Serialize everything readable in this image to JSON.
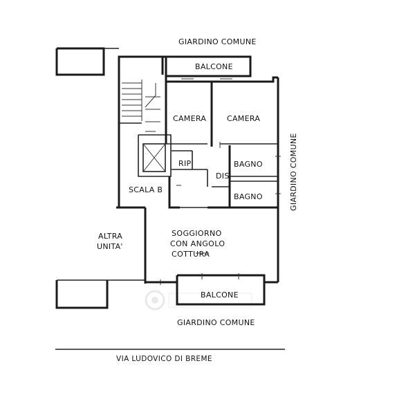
{
  "labels": {
    "garden_top": "GIARDINO COMUNE",
    "garden_right": "GIARDINO COMUNE",
    "garden_bottom": "GIARDINO COMUNE",
    "balcony_top": "BALCONE",
    "balcony_bottom": "BALCONE",
    "bedroom_left": "CAMERA",
    "bedroom_right": "CAMERA",
    "storage": "RIP",
    "bathroom_top": "BAGNO",
    "bathroom_bottom": "BAGNO",
    "hall": "DIS",
    "stair": "SCALA B",
    "other_unit_line1": "ALTRA",
    "other_unit_line2": "UNITA'",
    "living_line1": "SOGGIORNO",
    "living_line2": "CON ANGOLO",
    "living_line3": "COTTURA",
    "street": "VIA LUDOVICO DI BREME"
  },
  "colors": {
    "ink": "#1a1a1a",
    "watermark": "#dedede"
  }
}
